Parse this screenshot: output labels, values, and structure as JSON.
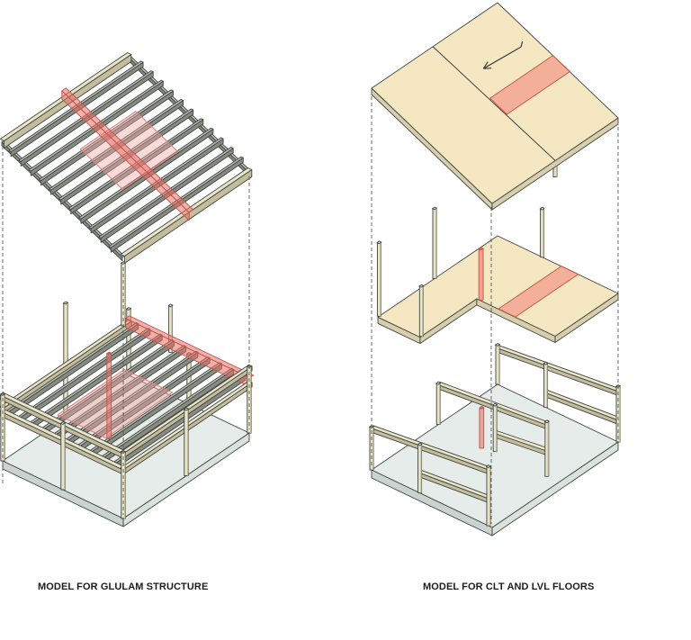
{
  "page": {
    "background": "#ffffff"
  },
  "figures": {
    "glulam": {
      "label": "MODEL FOR GLULAM STRUCTURE"
    },
    "clt_lvl": {
      "label": "MODEL FOR CLT AND LVL FLOORS"
    }
  },
  "colors": {
    "page_bg": "#ffffff",
    "outline": "#3f4540",
    "beige_top": "#e9e4ca",
    "beige_side": "#c3bd9e",
    "gray_top": "#bcc0b7",
    "gray_side": "#878b82",
    "slab_top": "#e6ece9",
    "slab_side_left": "#c9d4d0",
    "slab_side_right": "#dae2de",
    "clt_top": "#f5e7c2",
    "clt_side": "#d8cead",
    "highlight_red_fill": "rgba(232,112,102,0.55)",
    "highlight_red_line": "#c0544a",
    "highlight_pink_fill": "rgba(244,170,168,0.42)",
    "highlight_pink_line": "#dd7d78",
    "highlight_strip_fill": "rgba(240,130,120,0.55)",
    "arrow_line": "#3a3f3a",
    "dash_line": "#555d5e",
    "label_text": "#1c1c1c"
  },
  "diagram": {
    "glulam": {
      "roof_purlin_count": 11,
      "floor_joist_count": 10
    },
    "clt_lvl": {
      "rail_frame_count": 3,
      "roof_panel_count": 2
    }
  }
}
